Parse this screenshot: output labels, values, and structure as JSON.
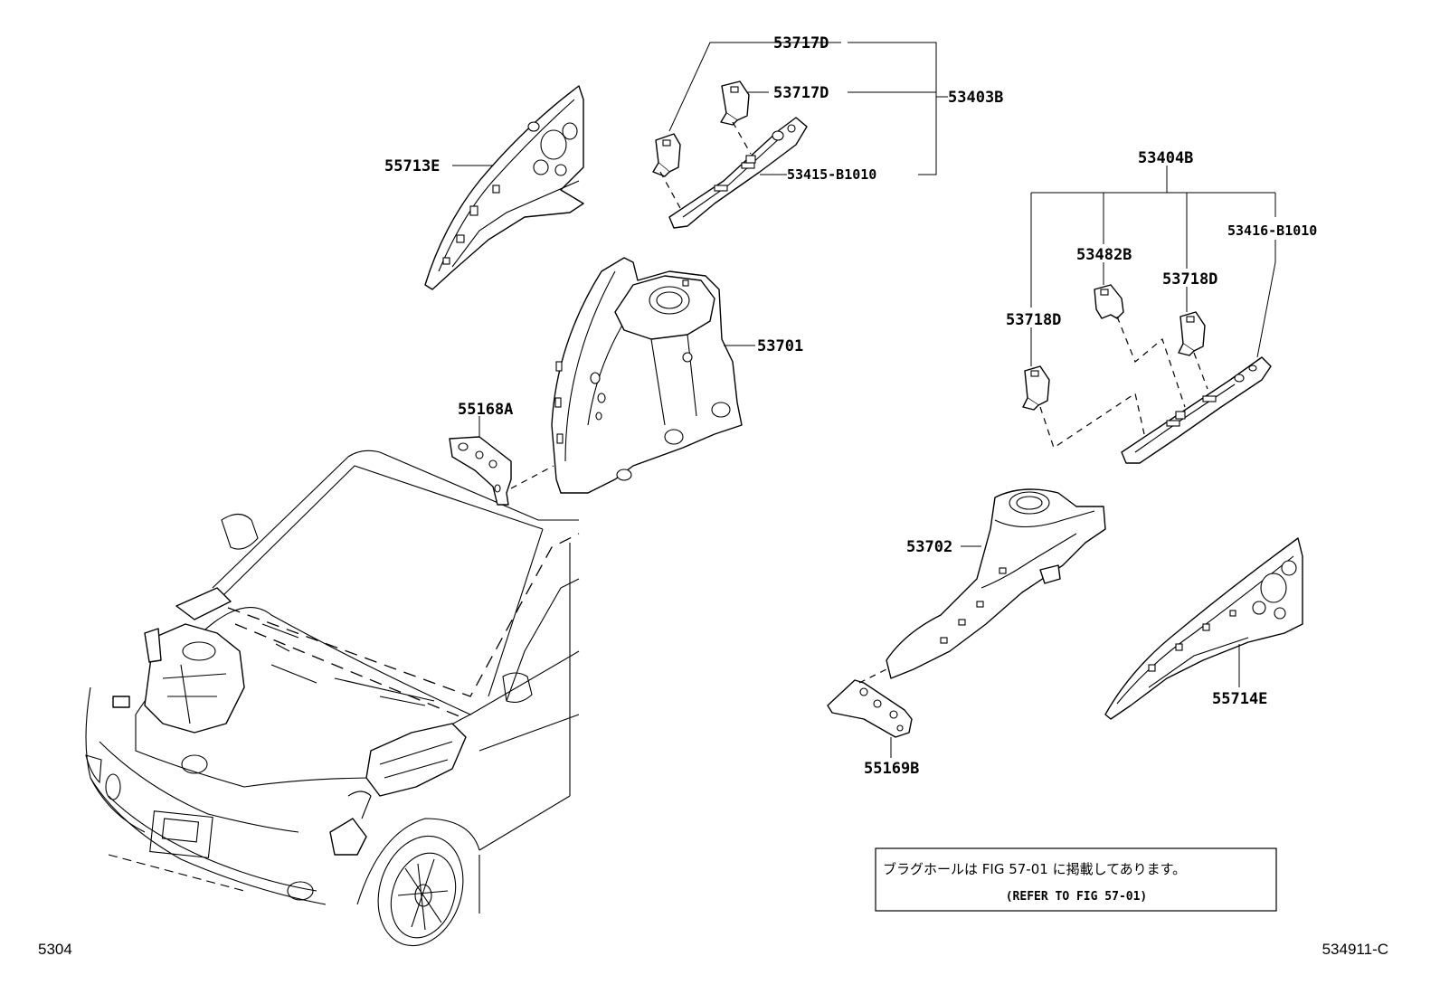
{
  "labels": {
    "p53717d_top": "53717D",
    "p53717d_mid": "53717D",
    "p53403b": "53403B",
    "p53415": "53415-B1010",
    "p55713e": "55713E",
    "p53701": "53701",
    "p55168a": "55168A",
    "p53404b": "53404B",
    "p53416": "53416-B1010",
    "p53482b": "53482B",
    "p53718d_right": "53718D",
    "p53718d_left": "53718D",
    "p53702": "53702",
    "p55714e": "55714E",
    "p55169b": "55169B"
  },
  "note": {
    "line1": "ブラグホールは FIG 57-01 に掲載してあります。",
    "line2": "(REFER TO FIG 57-01)"
  },
  "footer": {
    "left": "5304",
    "right": "534911-C"
  }
}
